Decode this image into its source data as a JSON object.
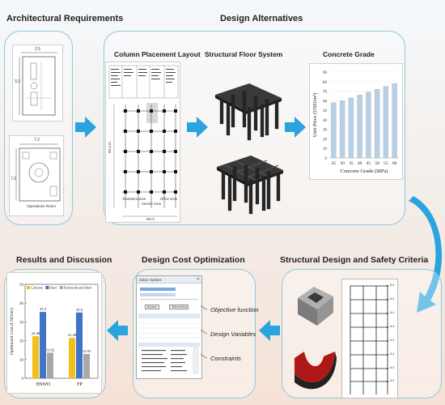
{
  "sections": {
    "architectural_requirements": "Architectural Requirements",
    "design_alternatives": "Design Alternatives",
    "results_and_discussion": "Results and Discussion",
    "design_cost_optimization": "Design Cost Optimization",
    "structural_design_safety": "Structural Design and Safety Criteria"
  },
  "subsections": {
    "column_layout": "Column Placement Layout",
    "floor_system": "Structural Floor System",
    "concrete_grade": "Concrete Grade"
  },
  "arch_drawings": {
    "top_width": "2.5",
    "top_height": "3.3",
    "bottom_width": "7.2",
    "bottom_height": "7.2",
    "room_label": "Operations Room"
  },
  "layout_plan": {
    "zones": [
      "Treatment zone",
      "Service zone",
      "Office zone"
    ],
    "overall_height": "50.4 m",
    "overall_width": "50 m"
  },
  "concrete_chart": {
    "ylabel": "Unit Price (USD/m³)",
    "xlabel": "Concrete Grade (MPa)"
  },
  "chart_data": [
    {
      "type": "bar",
      "categories": [
        "25",
        "30",
        "35",
        "40",
        "45",
        "50",
        "55",
        "60"
      ],
      "values": [
        58,
        60,
        63,
        66,
        69,
        72,
        75,
        78
      ],
      "ylim": [
        0,
        90
      ],
      "yticks": [
        0,
        10,
        20,
        30,
        40,
        50,
        60,
        70,
        80,
        90
      ],
      "xlabel": "Concrete Grade (MPa)",
      "ylabel": "Unit Price (USD/m³)",
      "color": "#b9cfe4"
    },
    {
      "type": "bar",
      "categories": [
        "HSWO",
        "FP"
      ],
      "series": [
        {
          "name": "Concrete",
          "values": [
            22.4,
            21.49
          ],
          "color": "#f2c01a"
        },
        {
          "name": "Steel",
          "values": [
            35.3,
            35.0
          ],
          "color": "#3f74c6"
        },
        {
          "name": "Formwork and labor",
          "values": [
            13.62,
            12.93
          ],
          "color": "#a8a8a8"
        }
      ],
      "labels": [
        [
          "22.40",
          "35.3",
          "13.62"
        ],
        [
          "21.49",
          "35.0",
          "12.93"
        ]
      ],
      "ylim": [
        0,
        50
      ],
      "yticks": [
        0,
        10,
        20,
        30,
        40,
        50
      ],
      "ylabel": "Optimized Cost (USD/m²)",
      "legend": "top"
    }
  ],
  "optimization": {
    "terms": [
      "Objective function",
      "Design Variables",
      "Constraints"
    ],
    "window_title": "Solver Options",
    "button_labels": [
      "Browse",
      "Select/Clear"
    ]
  },
  "frame_labels": [
    "8.4",
    "8.4",
    "8.4",
    "8.4",
    "8.4",
    "8.4",
    "8.4",
    "8.4"
  ],
  "colors": {
    "panel_border": "#8ec9dd",
    "arrow": "#2aa3de",
    "beam_red": "#b01818"
  }
}
